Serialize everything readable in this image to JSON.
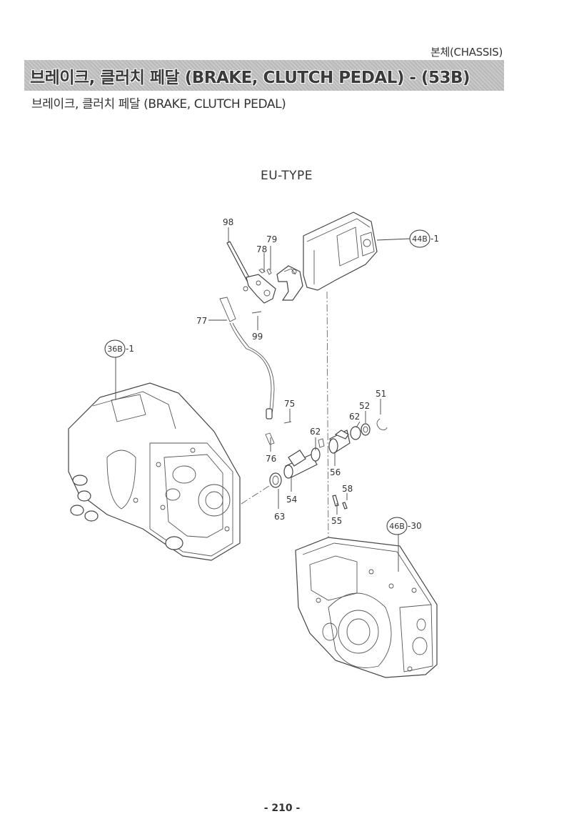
{
  "header": {
    "section_label": "본체(CHASSIS)",
    "title": "브레이크, 클러치 페달 (BRAKE, CLUTCH PEDAL) - (53B)",
    "subtitle": "브레이크, 클러치 페달 (BRAKE, CLUTCH PEDAL)"
  },
  "diagram": {
    "type_label": "EU-TYPE",
    "references": [
      {
        "circle": "44B",
        "suffix": "-1"
      },
      {
        "circle": "36B",
        "suffix": "-1"
      },
      {
        "circle": "46B",
        "suffix": "-30"
      }
    ],
    "callouts": [
      "98",
      "79",
      "78",
      "77",
      "99",
      "75",
      "76",
      "62",
      "62",
      "52",
      "51",
      "56",
      "54",
      "63",
      "58",
      "55"
    ]
  },
  "footer": {
    "page_number": "- 210 -"
  }
}
